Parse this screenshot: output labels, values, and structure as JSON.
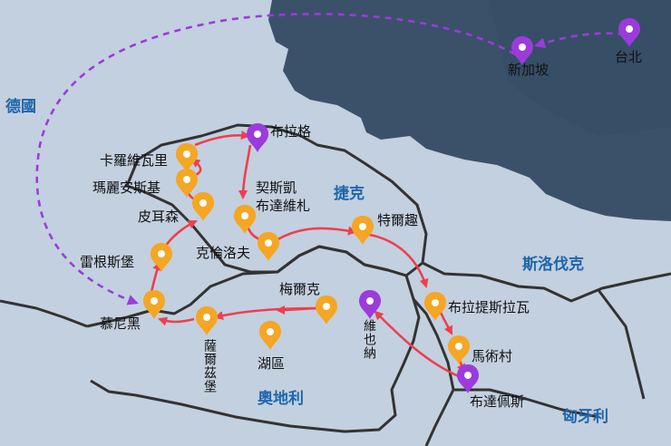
{
  "colors": {
    "land": "#c3d0df",
    "sea": "#3f5670",
    "border": "#333333",
    "route_land": "#ee3f4e",
    "route_air": "#9b3bdc",
    "pin_city": "#f5a623",
    "pin_capital": "#9b3bdc",
    "country_text": "#1f66ad"
  },
  "countries": {
    "germany": "德國",
    "czech": "捷克",
    "slovakia": "斯洛伐克",
    "austria": "奧地利",
    "hungary": "匈牙利"
  },
  "cities": {
    "taipei": "台北",
    "singapore": "新加坡",
    "prague": "布拉格",
    "karlovy_vary": "卡羅維瓦里",
    "marianske_lazne": "瑪麗安斯基",
    "plzen": "皮耳森",
    "regensburg": "雷根斯堡",
    "munich": "慕尼黑",
    "salzburg": "薩爾茲堡",
    "hallstatt": "湖區",
    "melk": "梅爾克",
    "vienna": "維也納",
    "cesky_krumlov": "契斯凱布達維札",
    "cesky_krumlov_line1": "契斯凱",
    "cesky_krumlov_line2": "布達維札",
    "cesky_krumlov_town": "克倫洛夫",
    "telc": "特爾趣",
    "bratislava": "布拉提斯拉瓦",
    "hollokő": "馬術村",
    "budapest": "布達佩斯"
  }
}
